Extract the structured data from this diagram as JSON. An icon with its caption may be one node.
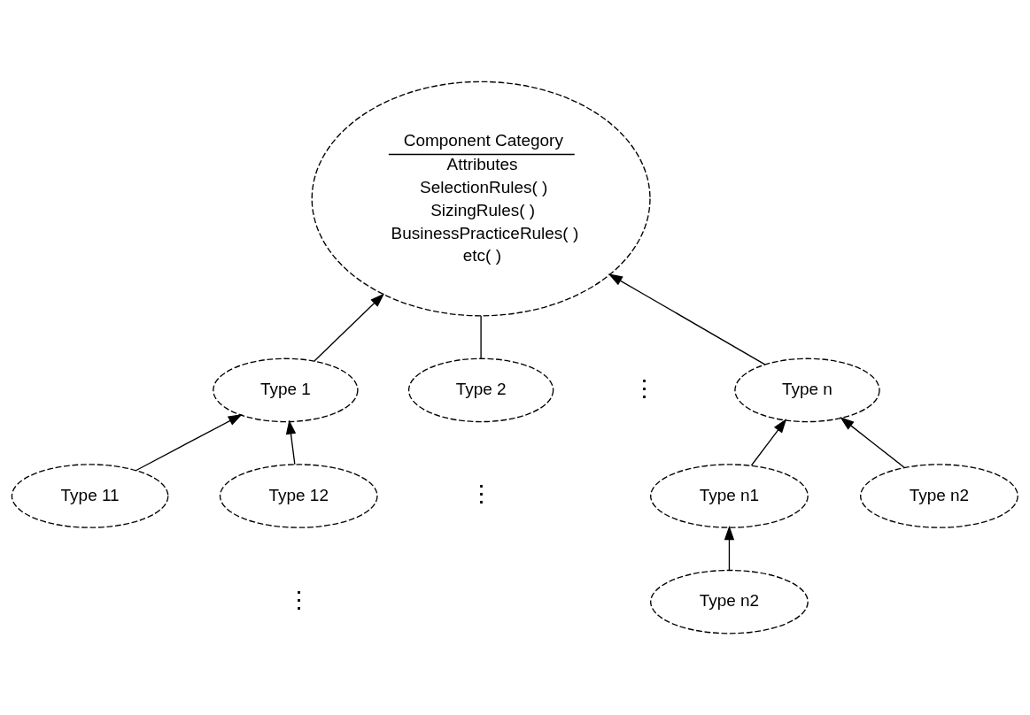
{
  "diagram": {
    "nodes": [
      {
        "text": [
          "Component Category",
          "Attributes",
          "SelectionRules( )",
          "SizingRules( )",
          "BusinessPracticeRules( )",
          "etc( )"
        ]
      },
      {
        "text": [
          "Type 1"
        ]
      },
      {
        "text": [
          "Type 2"
        ]
      },
      {
        "text": [
          "Type n"
        ]
      },
      {
        "text": [
          "Type 11"
        ]
      },
      {
        "text": [
          "Type 12"
        ]
      },
      {
        "text": [
          "Type n1"
        ]
      },
      {
        "text": [
          "Type n2"
        ]
      },
      {
        "text": [
          "Type n2"
        ]
      }
    ],
    "edges": [
      {
        "from": 1,
        "to": 0,
        "arrow": "to"
      },
      {
        "from": 2,
        "to": 0,
        "arrow": "none"
      },
      {
        "from": 3,
        "to": 0,
        "arrow": "to"
      },
      {
        "from": 4,
        "to": 1,
        "arrow": "to"
      },
      {
        "from": 5,
        "to": 1,
        "arrow": "to"
      },
      {
        "from": 6,
        "to": 3,
        "arrow": "to"
      },
      {
        "from": 7,
        "to": 3,
        "arrow": "to"
      },
      {
        "from": 8,
        "to": 6,
        "arrow": "to"
      }
    ],
    "labels": [
      "⋮",
      "⋮",
      "⋮"
    ]
  }
}
